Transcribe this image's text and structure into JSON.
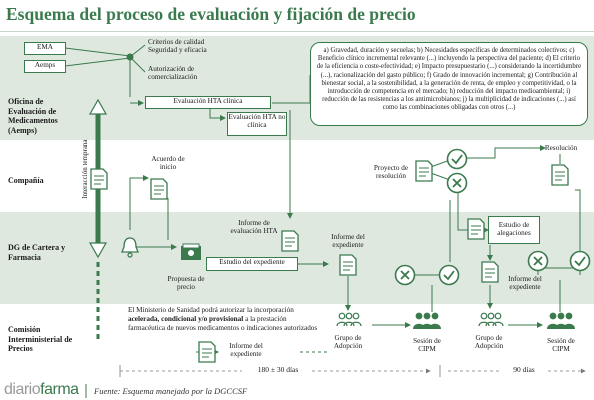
{
  "title": "Esquema del proceso de evaluación y fijación de precio",
  "lanes": {
    "oficina": "Oficina de Evaluación de Medicamentos (Aemps)",
    "compania": "Compañía",
    "dg": "DG de Cartera y Farmacia",
    "cipm": "Comisión Interministerial de Precios"
  },
  "top": {
    "ema": "EMA",
    "aemps": "Aemps",
    "criterios": "Criterios de calidad Seguridad y eficacia",
    "autorizacion": "Autorización de comercialización"
  },
  "nodes": {
    "hta_clinica": "Evaluación HTA clínica",
    "hta_no_clinica": "Evaluación HTA no clínica",
    "interaccion": "Interacción temprana",
    "acuerdo": "Acuerdo de inicio",
    "informe_hta": "Informe de evaluación HTA",
    "informe_expediente_1": "Informe del expediente",
    "estudio_expediente": "Estudio del expediente",
    "propuesta_precio": "Propuesta de precio",
    "proyecto_resolucion": "Proyecto de resolución",
    "resolucion": "Resolución",
    "estudio_alegaciones": "Estudio de alegaciones",
    "informe_expediente_2": "Informe del expediente",
    "informe_expediente_3": "Informe del expediente",
    "grupo_adopcion_1": "Grupo de Adopción",
    "sesion_cipm_1": "Sesión de CIPM",
    "grupo_adopcion_2": "Grupo de Adopción",
    "sesion_cipm_2": "Sesión de CIPM"
  },
  "criteria_note": "a) Gravedad, duración y secuelas; b) Necesidades específicas de determinados colectivos; c) Beneficio clínico incremental relevante (...) incluyendo la perspectiva del paciente; d) El criterio de la eficiencia o coste-efectividad; e) Impacto presupuestario (...) considerando la incertidumbre (...), racionalización del gasto público; f) Grado de innovación incremental; g) Contribución al bienestar social, a la sostenibilidad, a la generación de renta, de empleo y competitividad, o la introducción de competencia en el mercado; h) reducción del impacto medioambiental; i) reducción de las resistencias a los antimicrobianos; j) la multiplicidad de indicaciones (...) así como las combinaciones obligadas con otros (...)",
  "ministry_note": {
    "part1": "El Ministerio de Sanidad podrá autorizar la incorporación",
    "bold": "acelerada, condicional y/o provisional",
    "part2": "a la prestación farmacéutica de nuevos medicamentos o indicaciones autorizados"
  },
  "timeline": {
    "days_1": "180 ± 30 días",
    "days_2": "90 días"
  },
  "footer": {
    "logo_part1": "diario",
    "logo_part2": "farma",
    "source": "Fuente: Esquema manejado por la DGCCSF"
  },
  "colors": {
    "green": "#3a7a4d",
    "band": "#dfe8df",
    "grey": "#6b6b6b"
  }
}
